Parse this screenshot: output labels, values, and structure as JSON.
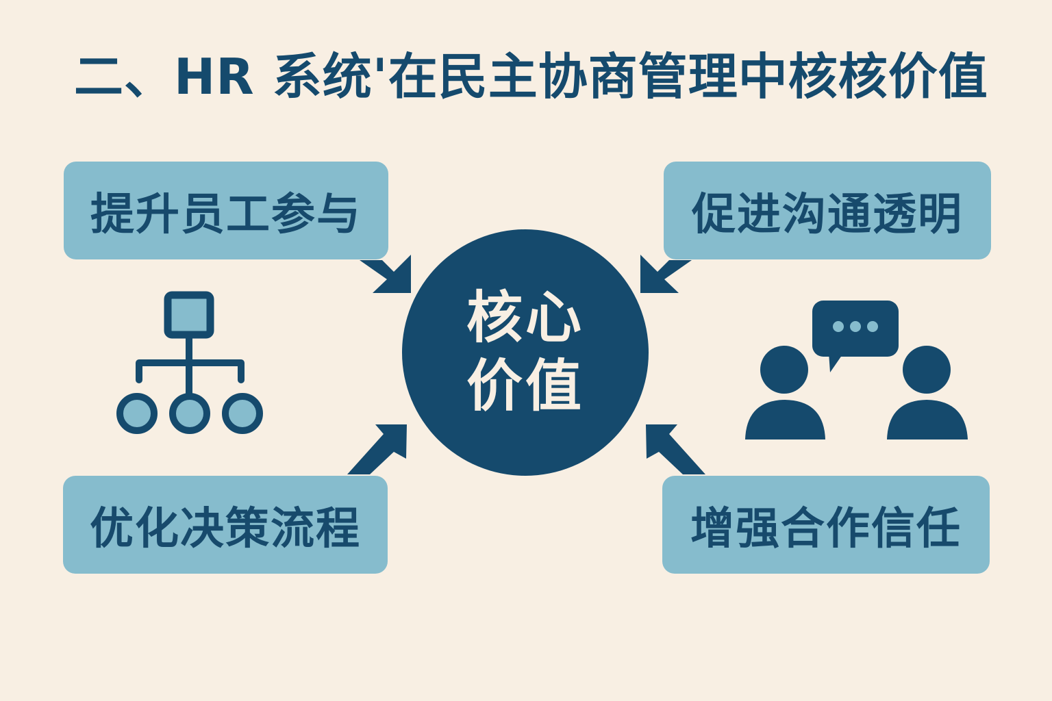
{
  "title": "二、HR 系统'在民主协商管理中核核价值",
  "core": {
    "line1": "核心",
    "line2": "价值"
  },
  "boxes": {
    "top_left": "提升员工参与",
    "top_right": "促进沟通透明",
    "bottom_left": "优化决策流程",
    "bottom_right": "增强合作信任"
  },
  "icons": {
    "left": "org-chart-icon",
    "right": "people-conversation-icon"
  },
  "colors": {
    "background": "#f8efe3",
    "primary_dark": "#154a6d",
    "box_fill": "#86bccd",
    "accent_light": "#86bccd"
  }
}
